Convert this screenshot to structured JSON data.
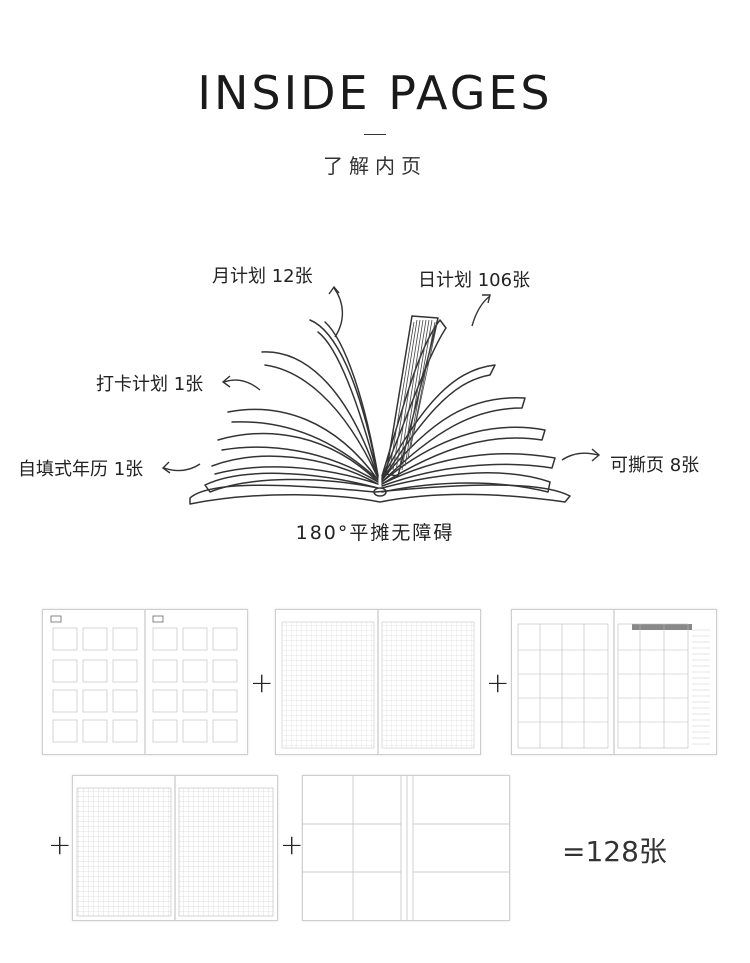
{
  "header": {
    "title": "INSIDE PAGES",
    "subtitle": "了解内页"
  },
  "book_labels": {
    "monthly": "月计划 12张",
    "daily": "日计划 106张",
    "checkin": "打卡计划 1张",
    "calendar": "自填式年历 1张",
    "tearable": "可撕页 8张"
  },
  "caption": "180°平摊无障碍",
  "sum": {
    "plus": "+",
    "total": "=128张"
  },
  "colors": {
    "line": "#333333",
    "thumb_border": "#cfcfcf",
    "grid": "#c8c8c8"
  }
}
